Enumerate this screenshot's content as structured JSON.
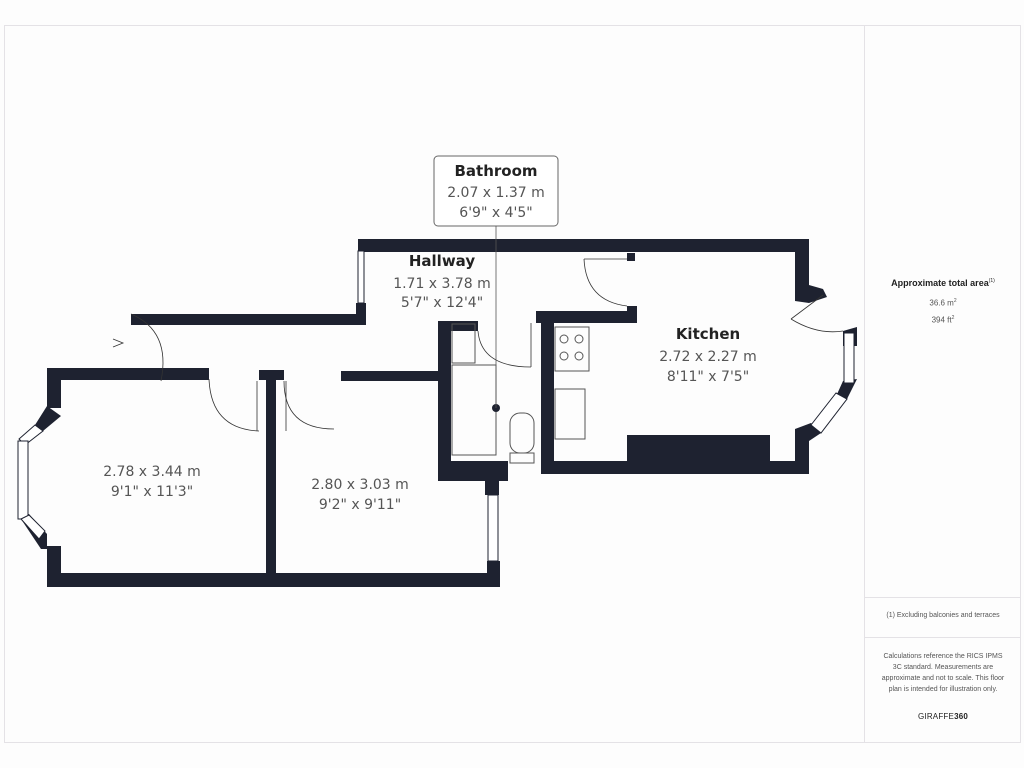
{
  "floorplan": {
    "rooms": [
      {
        "id": "bathroom",
        "name": "Bathroom",
        "metric": "2.07 x 1.37 m",
        "imperial": "6'9\" x 4'5\""
      },
      {
        "id": "hallway",
        "name": "Hallway",
        "metric": "1.71 x 3.78 m",
        "imperial": "5'7\" x 12'4\""
      },
      {
        "id": "kitchen",
        "name": "Kitchen",
        "metric": "2.72 x 2.27 m",
        "imperial": "8'11\" x 7'5\""
      },
      {
        "id": "bedroom-1",
        "name": "",
        "metric": "2.78 x 3.44 m",
        "imperial": "9'1\" x 11'3\""
      },
      {
        "id": "bedroom-2",
        "name": "",
        "metric": "2.80 x 3.03 m",
        "imperial": "9'2\" x 9'11\""
      }
    ],
    "colors": {
      "wall": "#1e2230",
      "fixture": "#555555",
      "label_box_border": "#666666"
    }
  },
  "sidebar": {
    "area_title": "Approximate total area",
    "area_title_sup": "(1)",
    "area_m2": "36.6 m",
    "area_m2_sup": "2",
    "area_ft2": "394 ft",
    "area_ft2_sup": "2",
    "footnote": "(1) Excluding balconies and terraces",
    "disclaimer": "Calculations reference the RICS IPMS 3C standard. Measurements are approximate and not to scale. This floor plan is intended for illustration only.",
    "brand_prefix": "GIRAFFE",
    "brand_suffix": "360"
  }
}
